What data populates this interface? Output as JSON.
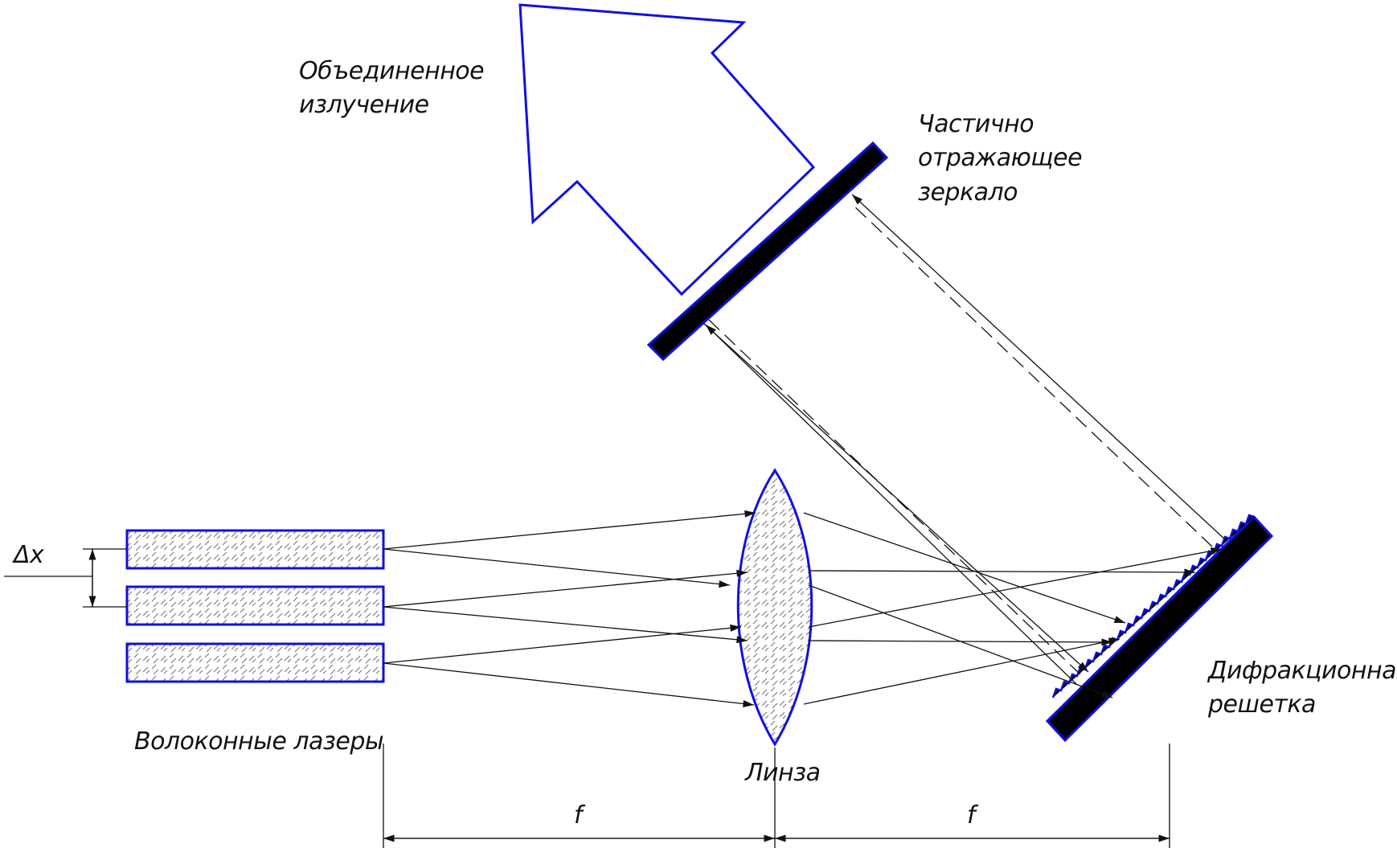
{
  "labels": {
    "combined_line1": "Объединенное",
    "combined_line2": "излучение",
    "mirror_line1": "Частично",
    "mirror_line2": "отражающее",
    "mirror_line3": "зеркало",
    "grating_line1": "Дифракционная",
    "grating_line2": "решетка",
    "fiber_lasers": "Волоконные лазеры",
    "lens": "Линза",
    "delta_x": "Δx",
    "focal_left": "f",
    "focal_right": "f"
  },
  "colors": {
    "outline": "#1010e0",
    "ink": "#111111"
  }
}
